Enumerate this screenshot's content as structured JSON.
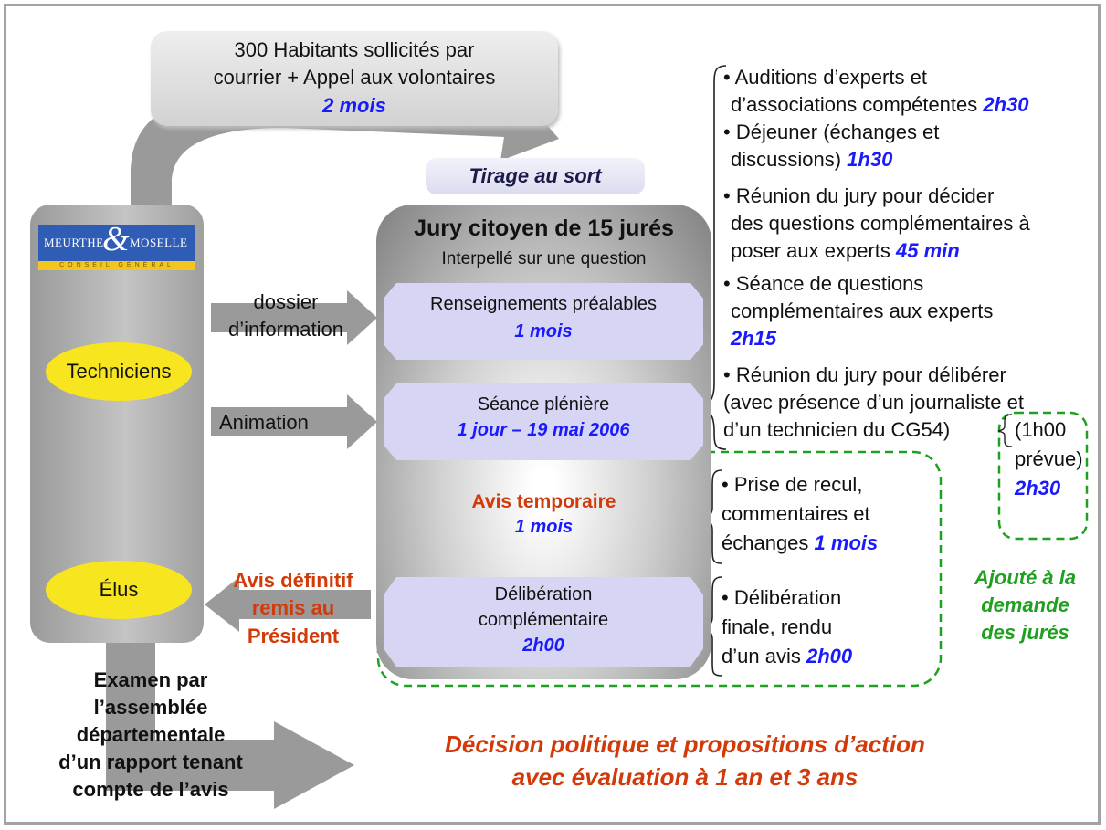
{
  "top_box": {
    "line1": "300 Habitants sollicités par",
    "line2": "courrier + Appel aux volontaires",
    "duration": "2 mois"
  },
  "tirage": "Tirage au sort",
  "left": {
    "logo_left": "Meurthe",
    "logo_amp": "&",
    "logo_right": "Moselle",
    "logo_sub": "CONSEIL GÉNÉRAL",
    "techniciens": "Techniciens",
    "elus": "Élus"
  },
  "arrows": {
    "dossier_l1": "dossier",
    "dossier_l2": "d’information",
    "animation": "Animation",
    "avis_l1": "Avis définitif",
    "avis_l2": "remis au",
    "avis_l3": "Président"
  },
  "jury": {
    "title": "Jury citoyen de 15 jurés",
    "subtitle": "Interpellé sur une question",
    "renseignements": "Renseignements préalables",
    "renseignements_dur": "1 mois",
    "seance": "Séance plénière",
    "seance_dur": "1 jour – 19 mai 2006",
    "avis_temp": "Avis temporaire",
    "avis_temp_dur": "1 mois",
    "delib_l1": "Délibération",
    "delib_l2": "complémentaire",
    "delib_dur": "2h00"
  },
  "right_list": {
    "l1": "• Auditions d’experts et",
    "l2": "d’associations compétentes",
    "l2_dur": "2h30",
    "l3": "• Déjeuner (échanges et",
    "l4": "discussions)",
    "l4_dur": "1h30",
    "l5": "• Réunion du jury pour décider",
    "l6": "des questions complémentaires à",
    "l7": "poser aux experts",
    "l7_dur": "45 min",
    "l8": "• Séance de questions",
    "l9": "complémentaires aux experts",
    "l10_dur": "2h15",
    "l11": "• Réunion du jury pour délibérer",
    "l12": "(avec présence d’un journaliste et",
    "l13": "d’un technicien du CG54)"
  },
  "prevue": {
    "l1": "(1h00",
    "l2": "prévue)",
    "dur": "2h30"
  },
  "recul": {
    "l1": "• Prise de recul,",
    "l2": "commentaires et",
    "l3": "échanges",
    "dur": "1 mois"
  },
  "finale": {
    "l1": "• Délibération",
    "l2": "finale, rendu",
    "l3": "d’un avis",
    "dur": "2h00"
  },
  "ajoute": {
    "l1": "Ajouté à la",
    "l2": "demande",
    "l3": "des jurés"
  },
  "examen": {
    "l1": "Examen par",
    "l2": "l’assemblée",
    "l3": "départementale",
    "l4": "d’un rapport tenant",
    "l5": "compte de l’avis"
  },
  "decision": {
    "l1": "Décision politique et propositions d’action",
    "l2": "avec évaluation à 1 an et 3 ans"
  },
  "colors": {
    "blue": "#1a1aff",
    "red": "#d23a0a",
    "green": "#20a020",
    "yellow": "#f7e520",
    "box": "#d6d6f4"
  }
}
